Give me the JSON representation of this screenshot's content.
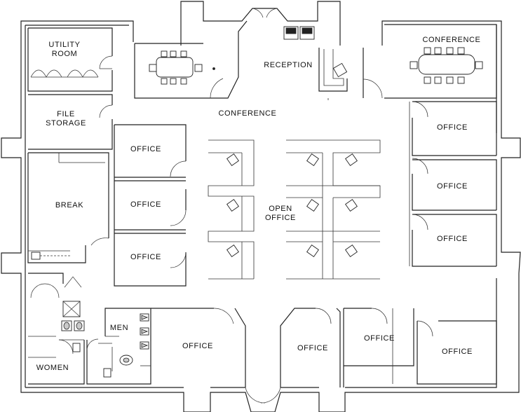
{
  "rooms": {
    "utility_room": [
      "UTILITY",
      "ROOM"
    ],
    "file_storage": [
      "FILE",
      "STORAGE"
    ],
    "break": "BREAK",
    "conference_main": "CONFERENCE",
    "reception": "RECEPTION",
    "conference_ne": "CONFERENCE",
    "office_w1": "OFFICE",
    "office_w2": "OFFICE",
    "office_w3": "OFFICE",
    "open_office": [
      "OPEN",
      "OFFICE"
    ],
    "office_e1": "OFFICE",
    "office_e2": "OFFICE",
    "office_e3": "OFFICE",
    "men": "MEN",
    "women": "WOMEN",
    "office_s1": "OFFICE",
    "office_s2": "OFFICE",
    "office_s3": "OFFICE",
    "office_s4": "OFFICE"
  },
  "colors": {
    "wall": "#222222",
    "fixture_fill": "#c9c9c9",
    "background": "#ffffff"
  }
}
